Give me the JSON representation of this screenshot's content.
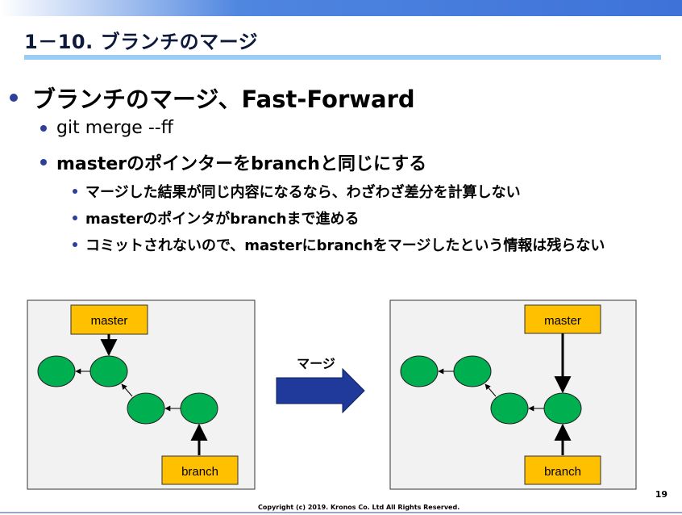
{
  "slide": {
    "title": "1－10. ブランチのマージ",
    "page_number": "19",
    "copyright": "Copyright (c) 2019. Kronos Co. Ltd All Rights Reserved."
  },
  "bullets": {
    "main": "ブランチのマージ、Fast-Forward",
    "sub1": "git merge --ff",
    "sub2": "masterのポインターをbranchと同じにする",
    "sub2_items": [
      "マージした結果が同じ内容になるなら、わざわざ差分を計算しない",
      "masterのポインタがbranchまで進める",
      "コミットされないので、masterにbranchをマージしたという情報は残らない"
    ]
  },
  "diagram": {
    "arrow_label": "マージ",
    "before": {
      "master_label": "master",
      "branch_label": "branch"
    },
    "after": {
      "master_label": "master",
      "branch_label": "branch"
    }
  },
  "colors": {
    "commit_fill": "#00b050",
    "pointer_fill": "#ffc000",
    "merge_arrow": "#1f3a9a",
    "panel_bg": "#f2f2f2"
  }
}
